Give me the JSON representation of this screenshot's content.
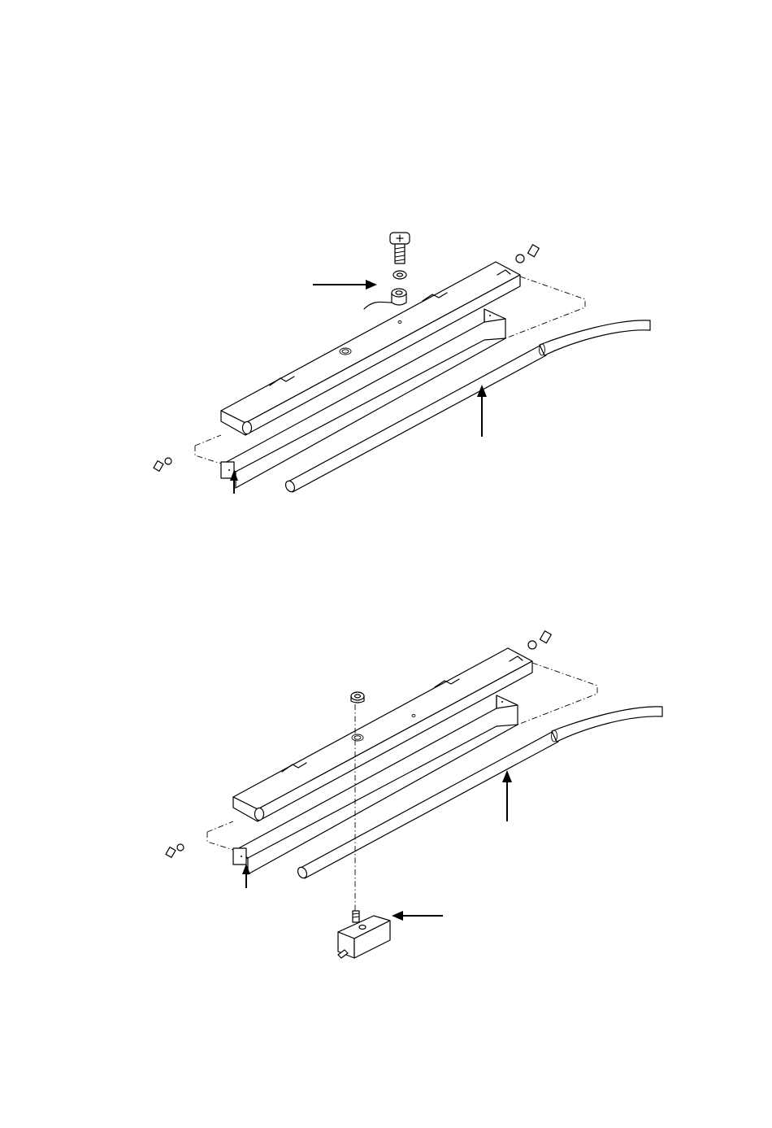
{
  "page": {
    "background": "#ffffff",
    "line_color": "#000000"
  },
  "figures": [
    {
      "name": "upper-exploded-view",
      "parts": [
        "top-clamp-bar",
        "screw",
        "washer",
        "spacer-nut",
        "channel-bracket",
        "cable",
        "side-screws"
      ],
      "arrows": 3
    },
    {
      "name": "lower-exploded-view",
      "parts": [
        "top-clamp-bar",
        "nut",
        "channel-bracket",
        "cable",
        "side-screws",
        "terminal-block"
      ],
      "arrows": 3
    }
  ]
}
